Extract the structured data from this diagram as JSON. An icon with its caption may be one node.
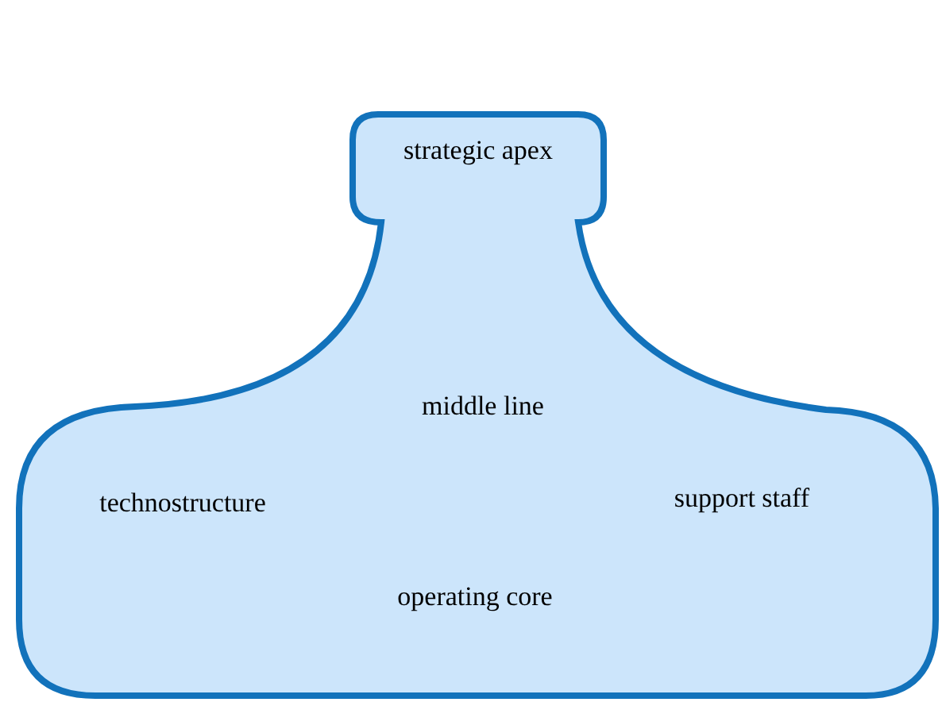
{
  "diagram": {
    "nodes": [
      {
        "text": [
          "strategic apex",
          "middle line",
          "technostructure",
          "support staff",
          "operating core"
        ]
      }
    ]
  }
}
